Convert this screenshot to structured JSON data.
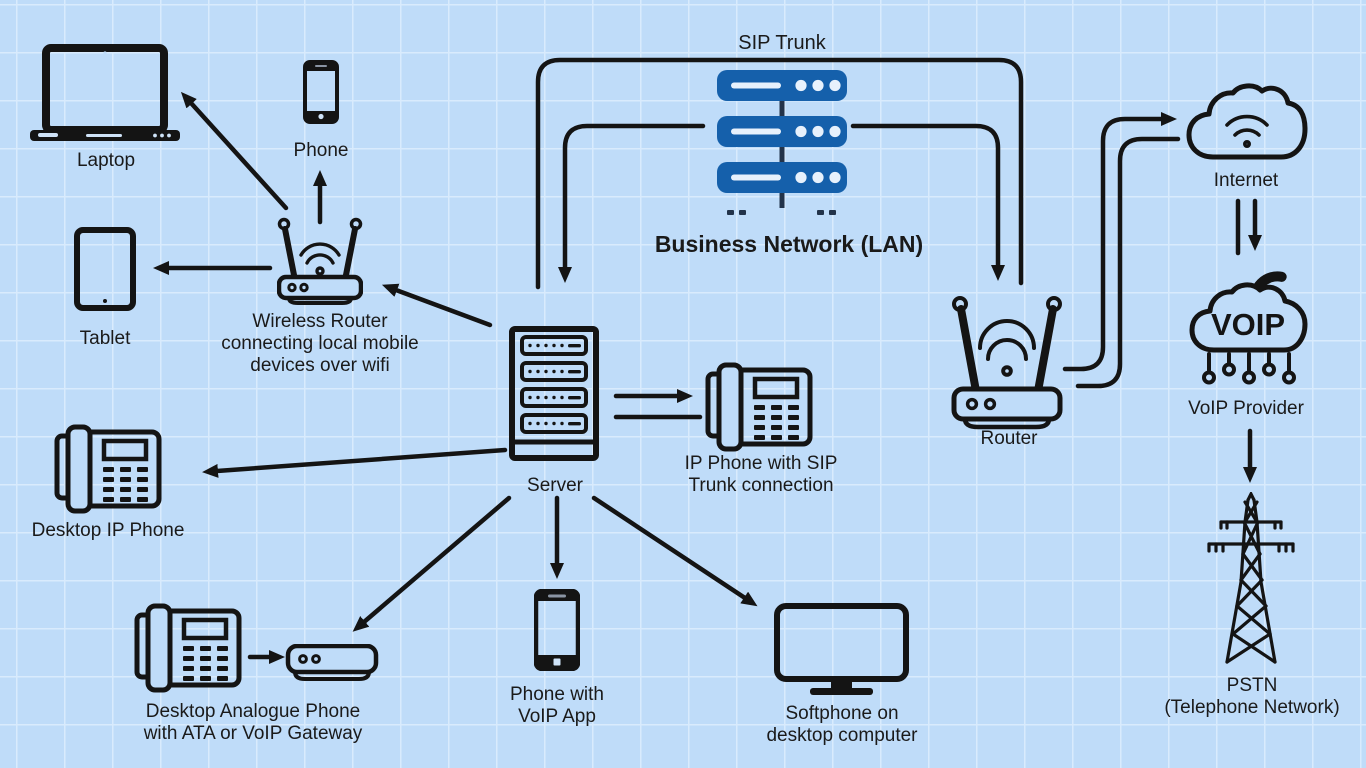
{
  "diagram_title": "VoIP / SIP Trunk business network diagram",
  "colors": {
    "background": "#bfdcf9",
    "grid_line": "#d9ebfd",
    "ink": "#161616",
    "lan_blue": "#1560ab",
    "stack_connector": "#22334a"
  },
  "labels": {
    "sip_trunk": "SIP Trunk",
    "lan": "Business Network (LAN)"
  },
  "nodes": {
    "laptop": {
      "lines": [
        "Laptop"
      ]
    },
    "phone": {
      "lines": [
        "Phone"
      ]
    },
    "tablet": {
      "lines": [
        "Tablet"
      ]
    },
    "wireless_router": {
      "lines": [
        "Wireless Router",
        "connecting local mobile",
        "devices over wifi"
      ]
    },
    "desktop_ip_phone": {
      "lines": [
        "Desktop IP Phone"
      ]
    },
    "analogue_phone": {
      "lines": [
        "Desktop Analogue Phone",
        "with ATA or VoIP Gateway"
      ]
    },
    "server": {
      "lines": [
        "Server"
      ]
    },
    "ip_phone_sip": {
      "lines": [
        "IP Phone with SIP",
        "Trunk connection"
      ]
    },
    "router": {
      "lines": [
        "Router"
      ]
    },
    "internet": {
      "lines": [
        "Internet"
      ]
    },
    "voip_provider": {
      "lines": [
        "VoIP Provider"
      ],
      "icon_text": "VOIP"
    },
    "pstn": {
      "lines": [
        "PSTN",
        "(Telephone Network)"
      ]
    },
    "phone_voip_app": {
      "lines": [
        "Phone with",
        "VoIP App"
      ]
    },
    "softphone": {
      "lines": [
        "Softphone on",
        "desktop computer"
      ]
    }
  },
  "icons": [
    "laptop-icon",
    "smartphone-icon",
    "tablet-icon",
    "wireless-router-icon",
    "desk-phone-icon",
    "ata-gateway-icon",
    "server-rack-icon",
    "lan-server-stack-icon",
    "router-icon",
    "internet-cloud-icon",
    "voip-cloud-icon",
    "pstn-tower-icon",
    "voip-app-phone-icon",
    "desktop-monitor-icon",
    "arrow-icon"
  ]
}
